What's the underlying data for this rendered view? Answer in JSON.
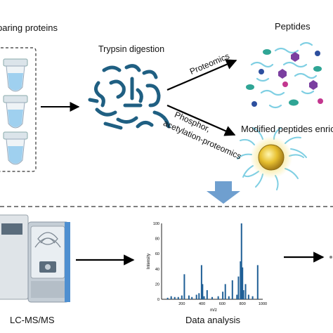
{
  "labels": {
    "preparing": "paring proteins",
    "trypsin": "Trypsin digestion",
    "peptides": "Peptides",
    "proteomics": "Proteomics",
    "phospho_line1": "Phosphor,",
    "phospho_line2": "acetylation-proteomics",
    "modified": "Modified peptides enric",
    "lcms": "LC-MS/MS",
    "data_analysis": "Data analysis"
  },
  "chart_data": {
    "type": "bar",
    "xlabel": "m/z",
    "ylabel": "Intensity",
    "xlim": [
      0,
      1000
    ],
    "ylim": [
      0,
      100
    ],
    "xticks": [
      "200",
      "400",
      "600",
      "800",
      "1000"
    ],
    "yticks": [
      "0",
      "20",
      "40",
      "60",
      "80",
      "100"
    ],
    "x": [
      60,
      95,
      130,
      165,
      200,
      225,
      270,
      300,
      345,
      370,
      395,
      405,
      420,
      450,
      500,
      560,
      605,
      630,
      665,
      700,
      745,
      760,
      780,
      790,
      800,
      810,
      830,
      860,
      900,
      950
    ],
    "values": [
      2,
      4,
      3,
      3,
      5,
      33,
      5,
      3,
      6,
      8,
      45,
      20,
      4,
      12,
      3,
      4,
      10,
      20,
      4,
      25,
      6,
      30,
      50,
      100,
      42,
      12,
      20,
      6,
      4,
      45
    ]
  },
  "colors": {
    "strand": "#1f5f82",
    "strand_light": "#2a7da8",
    "bar": "#1f5f96",
    "blue_arrow": "#6f9fcf",
    "tube_liquid": "#9fd0ef",
    "tube_cap": "#dbe4ea",
    "instrument": "#a7b2bc",
    "dot_teal": "#2fa595",
    "dot_purple": "#7b3fa0",
    "dot_blue": "#2d4f9e",
    "dot_magenta": "#c3378f",
    "bead": "#e7c030",
    "thread": "#7fcfe3"
  }
}
